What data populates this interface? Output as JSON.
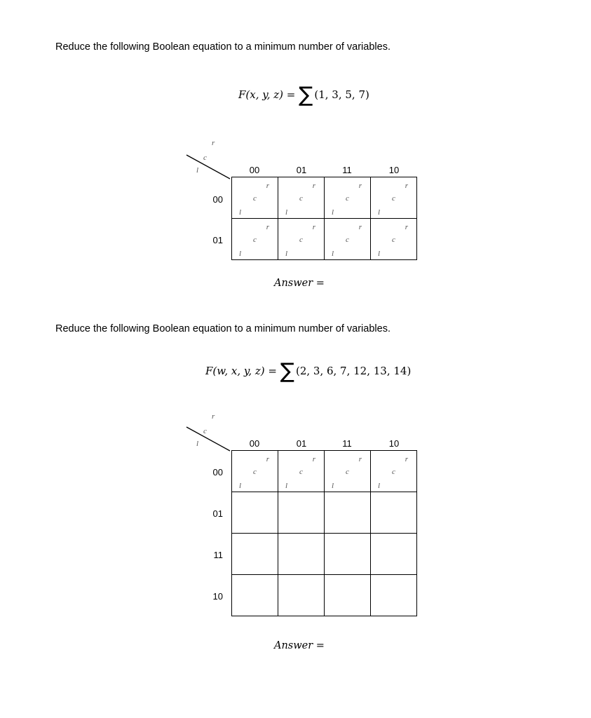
{
  "problem1": {
    "instruction": "Reduce the following Boolean equation to a minimum number of variables.",
    "equation_lhs": "F(x, y, z) =",
    "sigma": "∑",
    "equation_rhs": "(1, 3, 5, 7)",
    "answer_label": "Answer =",
    "kmap": {
      "corner_top": "r",
      "corner_mid": "c",
      "corner_left": "l",
      "col_headers": [
        "00",
        "01",
        "11",
        "10"
      ],
      "row_headers": [
        "00",
        "01"
      ],
      "cell_marks": {
        "top_right": "r",
        "center": "c",
        "bottom_left": "l"
      }
    }
  },
  "problem2": {
    "instruction": "Reduce the following Boolean equation to a minimum number of variables.",
    "equation_lhs": "F(w, x, y, z) =",
    "sigma": "∑",
    "equation_rhs": "(2, 3, 6, 7, 12, 13, 14)",
    "answer_label": "Answer =",
    "kmap": {
      "corner_top": "r",
      "corner_mid": "c",
      "corner_left": "l",
      "col_headers": [
        "00",
        "01",
        "11",
        "10"
      ],
      "row_headers": [
        "00",
        "01",
        "11",
        "10"
      ],
      "cell_marks": {
        "top_right": "r",
        "center": "c",
        "bottom_left": "l"
      }
    }
  }
}
